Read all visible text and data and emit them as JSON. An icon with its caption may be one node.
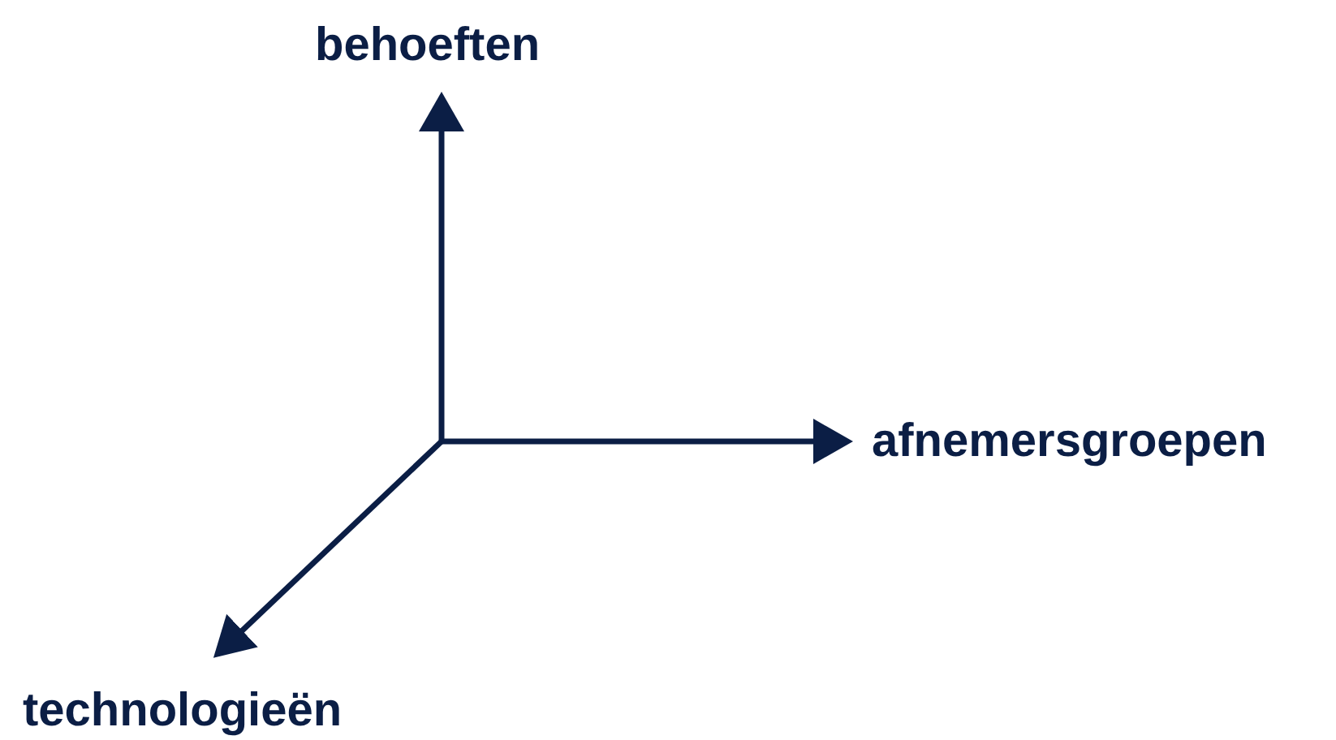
{
  "diagram": {
    "labels": [
      "behoeften",
      "afnemersgroepen",
      "technologieën"
    ]
  }
}
